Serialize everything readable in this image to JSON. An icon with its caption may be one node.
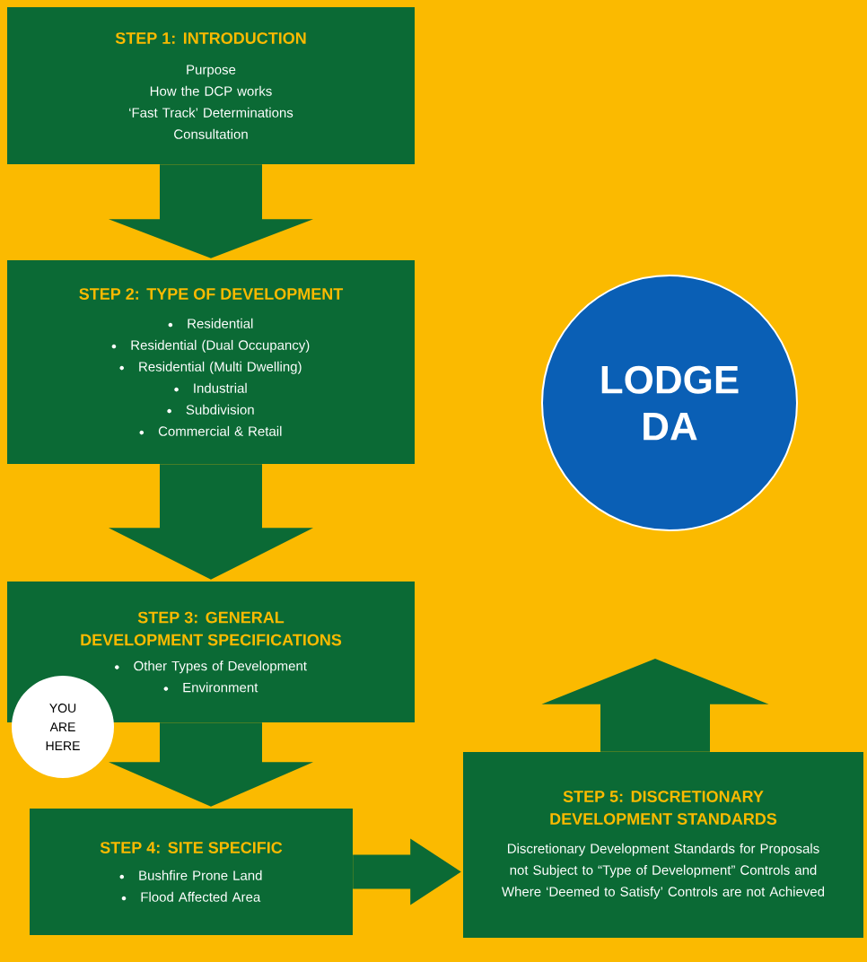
{
  "diagram": {
    "nodes": [
      {
        "text": [
          "STEP 1: INTRODUCTION",
          "Purpose",
          "How the DCP works",
          "‘Fast Track’ Determinations",
          "Consultation"
        ]
      },
      {
        "text": [
          "STEP 2: TYPE OF DEVELOPMENT",
          "Residential",
          "Residential (Dual Occupancy)",
          "Residential (Multi Dwelling)",
          "Industrial",
          "Subdivision",
          "Commercial & Retail"
        ]
      },
      {
        "text": [
          "STEP 3: GENERAL DEVELOPMENT SPECIFICATIONS",
          "Other Types of Development",
          "Environment"
        ]
      },
      {
        "text": [
          "YOU ARE HERE"
        ]
      },
      {
        "text": [
          "STEP 4: SITE SPECIFIC",
          "Bushfire Prone Land",
          "Flood Affected Area"
        ]
      },
      {
        "text": [
          "STEP 5: DISCRETIONARY DEVELOPMENT STANDARDS",
          "Discretionary Development Standards for Proposals not Subject to “Type of Development” Controls and Where ‘Deemed to Satisfy’ Controls are not Achieved"
        ]
      },
      {
        "text": [
          "LODGE DA"
        ]
      }
    ],
    "edges": [
      {
        "from": 0,
        "to": 1,
        "arrow": "to"
      },
      {
        "from": 1,
        "to": 2,
        "arrow": "to"
      },
      {
        "from": 2,
        "to": 4,
        "arrow": "to"
      },
      {
        "from": 4,
        "to": 5,
        "arrow": "to"
      },
      {
        "from": 5,
        "to": 6,
        "arrow": "to"
      }
    ]
  }
}
